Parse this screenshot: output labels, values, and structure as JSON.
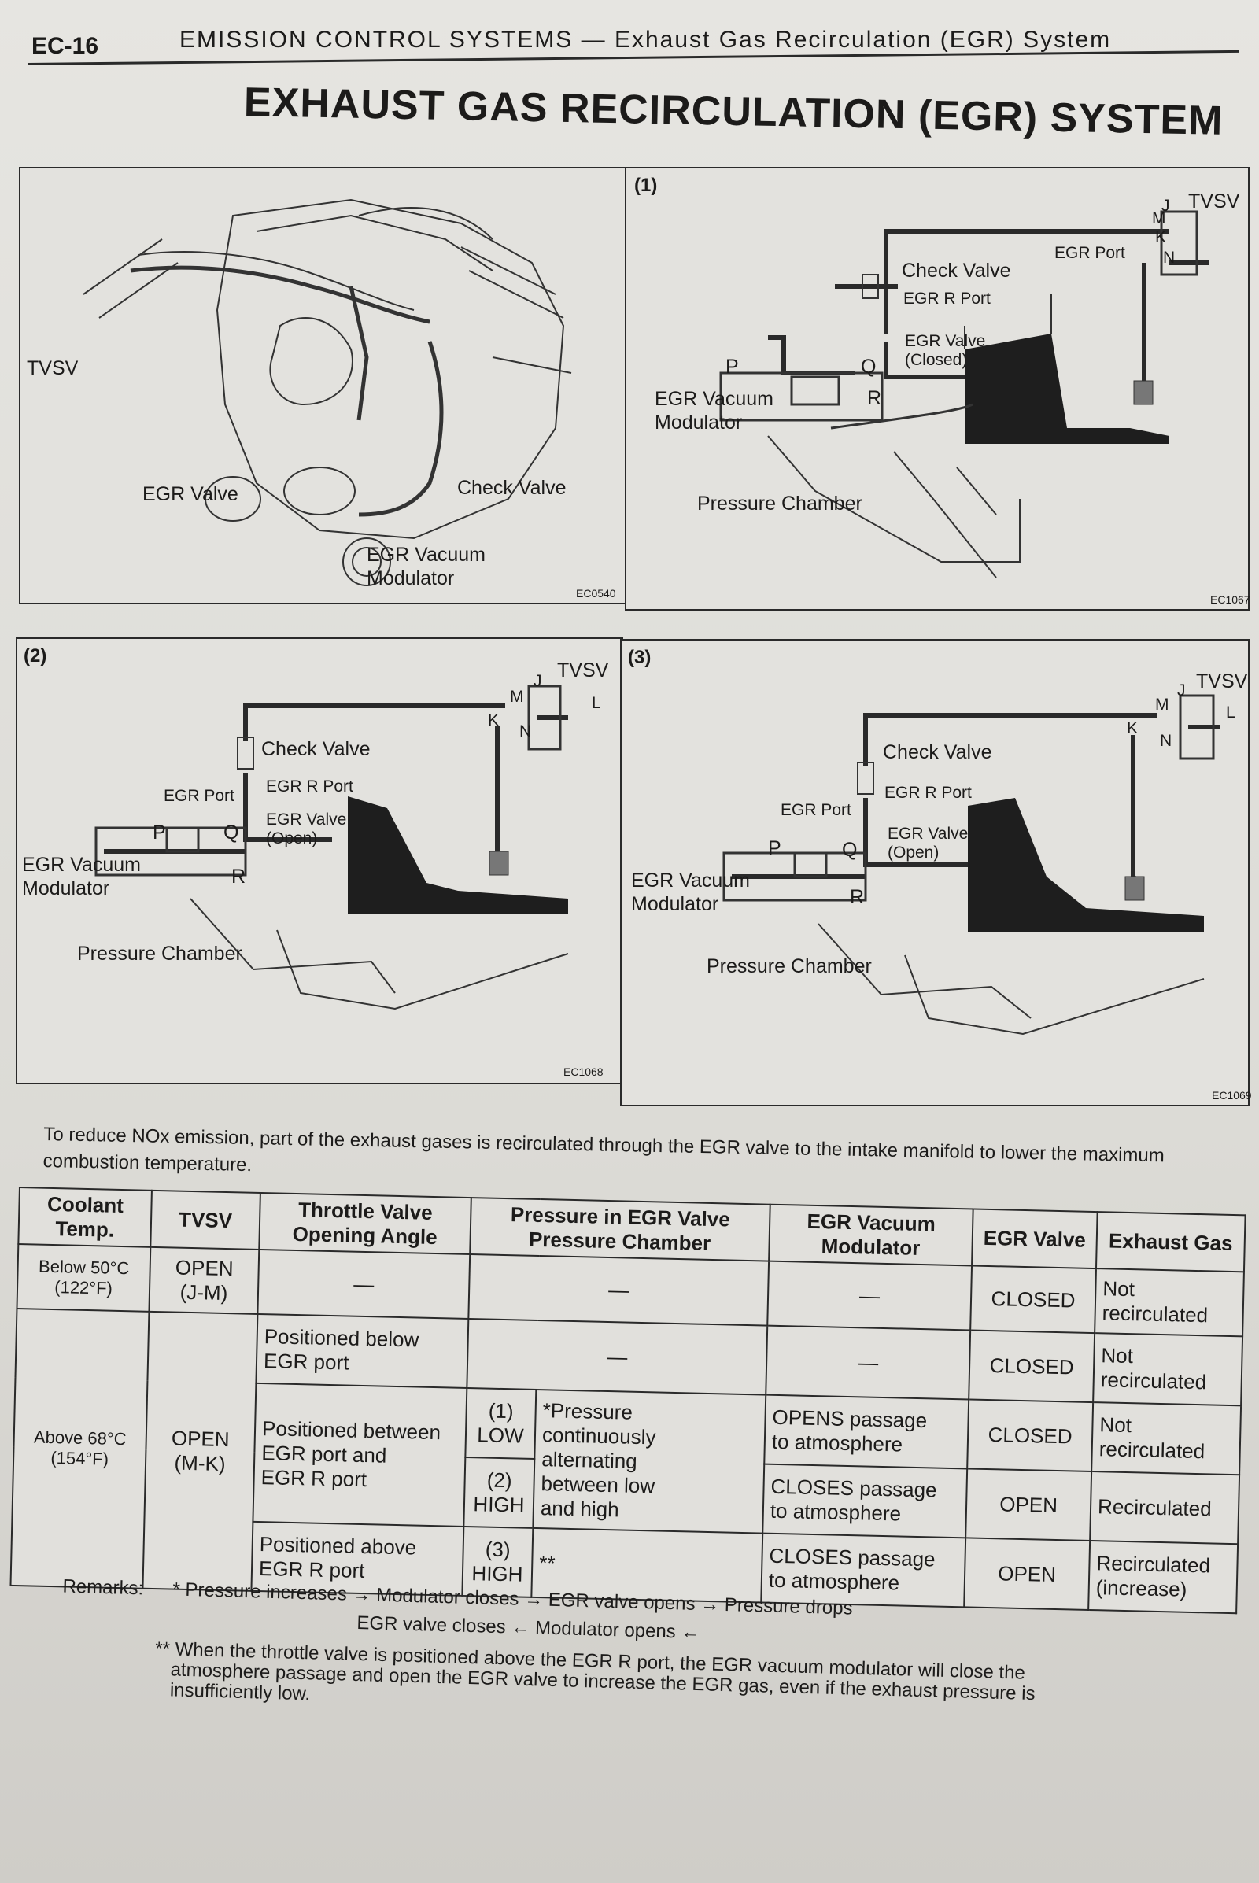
{
  "header": {
    "page_code": "EC-16",
    "section": "EMISSION CONTROL SYSTEMS — Exhaust Gas Recirculation (EGR) System",
    "title": "EXHAUST GAS RECIRCULATION (EGR) SYSTEM"
  },
  "figure_overview": {
    "code": "EC0540",
    "labels": {
      "tvsv": "TVSV",
      "egr_valve": "EGR Valve",
      "check_valve": "Check Valve",
      "modulator": "EGR Vacuum\nModulator"
    }
  },
  "figure_1": {
    "number": "(1)",
    "code": "EC1067",
    "labels": {
      "tvsv": "TVSV",
      "egr_port": "EGR Port",
      "check_valve": "Check Valve",
      "egr_r_port": "EGR R Port",
      "egr_valve": "EGR Valve\n(Closed)",
      "modulator": "EGR Vacuum\nModulator",
      "pressure_chamber": "Pressure Chamber",
      "p": "P",
      "q": "Q",
      "r": "R",
      "j": "J",
      "m": "M",
      "k": "K",
      "n": "N"
    }
  },
  "figure_2": {
    "number": "(2)",
    "code": "EC1068",
    "labels": {
      "tvsv": "TVSV",
      "egr_port": "EGR Port",
      "check_valve": "Check Valve",
      "egr_r_port": "EGR R Port",
      "egr_valve": "EGR Valve\n(Open)",
      "modulator": "EGR Vacuum\nModulator",
      "pressure_chamber": "Pressure Chamber",
      "p": "P",
      "q": "Q",
      "r": "R",
      "j": "J",
      "m": "M",
      "k": "K",
      "n": "N",
      "l": "L"
    }
  },
  "figure_3": {
    "number": "(3)",
    "code": "EC1069",
    "labels": {
      "tvsv": "TVSV",
      "egr_port": "EGR Port",
      "check_valve": "Check Valve",
      "egr_r_port": "EGR R Port",
      "egr_valve": "EGR Valve\n(Open)",
      "modulator": "EGR Vacuum\nModulator",
      "pressure_chamber": "Pressure Chamber",
      "p": "P",
      "q": "Q",
      "r": "R",
      "j": "J",
      "m": "M",
      "k": "K",
      "n": "N",
      "l": "L"
    }
  },
  "description": "To reduce NOx emission, part of the exhaust gases is recirculated through the EGR valve to the intake manifold to lower the maximum combustion temperature.",
  "table": {
    "headers": [
      "Coolant Temp.",
      "TVSV",
      "Throttle Valve Opening Angle",
      "Pressure in EGR Valve Pressure Chamber",
      "EGR Vacuum Modulator",
      "EGR Valve",
      "Exhaust Gas"
    ],
    "row1": {
      "coolant": "Below 50°C\n(122°F)",
      "tvsv": "OPEN\n(J-M)",
      "throttle": "—",
      "pressure": "—",
      "modulator": "—",
      "valve": "CLOSED",
      "exhaust": "Not\nrecirculated"
    },
    "coolant_above": "Above 68°C\n(154°F)",
    "tvsv_above": "OPEN\n(M-K)",
    "row2": {
      "throttle": "Positioned below\nEGR port",
      "pressure": "—",
      "modulator": "—",
      "valve": "CLOSED",
      "exhaust": "Not\nrecirculated"
    },
    "row3": {
      "throttle": "Positioned between\nEGR port and\nEGR R port",
      "level_low": "(1)\nLOW",
      "level_high": "(2)\nHIGH",
      "pressure": "*Pressure\ncontinuously\nalternating\nbetween low\nand high",
      "mod_low": "OPENS passage\nto atmosphere",
      "valve_low": "CLOSED",
      "exhaust_low": "Not\nrecirculated",
      "mod_high": "CLOSES passage\nto atmosphere",
      "valve_high": "OPEN",
      "exhaust_high": "Recirculated"
    },
    "row4": {
      "throttle": "Positioned above\nEGR R port",
      "level": "(3)\nHIGH",
      "pressure": "**",
      "modulator": "CLOSES passage\nto atmosphere",
      "valve": "OPEN",
      "exhaust": "Recirculated\n(increase)"
    }
  },
  "remarks": {
    "label": "Remarks:",
    "line1": "* Pressure increases → Modulator closes → EGR valve opens → Pressure drops",
    "line2": "EGR valve closes ← Modulator opens ←",
    "line3": "** When the throttle valve is positioned above the EGR R port, the EGR vacuum modulator will close the",
    "line4": "atmosphere passage and open the EGR valve to increase the EGR gas, even if the exhaust pressure is",
    "line5": "insufficiently low."
  }
}
